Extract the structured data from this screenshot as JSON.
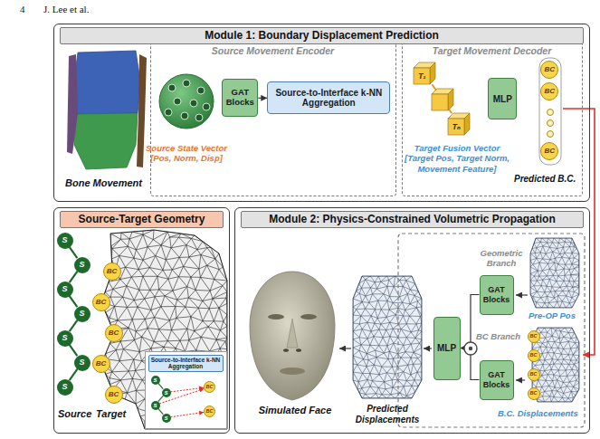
{
  "diagram": {
    "nodes": [
      {
        "text": [
          "Module 1: Boundary Displacement Prediction"
        ]
      },
      {
        "text": [
          "Source Movement Encoder"
        ],
        "in": 0
      },
      {
        "text": [
          "GAT Blocks"
        ],
        "in": 1
      },
      {
        "text": [
          "Source-to-Interface k-NN Aggregation"
        ],
        "in": 1
      },
      {
        "text": [
          "Target Movement Decoder"
        ],
        "in": 0
      },
      {
        "text": [
          "T₁"
        ],
        "in": 4
      },
      {
        "text": [
          "Tₙ"
        ],
        "in": 4
      },
      {
        "text": [
          "MLP"
        ],
        "in": 4
      },
      {
        "text": [
          "BC"
        ],
        "in": 4
      },
      {
        "text": [
          "BC"
        ],
        "in": 4
      },
      {
        "text": [
          "BC"
        ],
        "in": 4
      },
      {
        "text": [
          "Source-Target Geometry"
        ]
      },
      {
        "text": [
          "S"
        ],
        "in": 11
      },
      {
        "text": [
          "S"
        ],
        "in": 11
      },
      {
        "text": [
          "S"
        ],
        "in": 11
      },
      {
        "text": [
          "S"
        ],
        "in": 11
      },
      {
        "text": [
          "S"
        ],
        "in": 11
      },
      {
        "text": [
          "S"
        ],
        "in": 11
      },
      {
        "text": [
          "S"
        ],
        "in": 11
      },
      {
        "text": [
          "BC"
        ],
        "in": 11
      },
      {
        "text": [
          "BC"
        ],
        "in": 11
      },
      {
        "text": [
          "BC"
        ],
        "in": 11
      },
      {
        "text": [
          "BC"
        ],
        "in": 11
      },
      {
        "text": [
          "BC"
        ],
        "in": 11
      },
      {
        "text": [
          "Source-to-Interface k-NN Aggregation"
        ],
        "in": 11
      },
      {
        "text": [
          "S"
        ],
        "in": 24
      },
      {
        "text": [
          "S"
        ],
        "in": 24
      },
      {
        "text": [
          "S"
        ],
        "in": 24
      },
      {
        "text": [
          "S"
        ],
        "in": 24
      },
      {
        "text": [
          "BC"
        ],
        "in": 24
      },
      {
        "text": [
          "BC"
        ],
        "in": 24
      },
      {
        "text": [
          "Module 2: Physics-Constrained Volumetric Propagation"
        ]
      },
      {
        "text": [
          "GAT Blocks"
        ],
        "in": 31
      },
      {
        "text": [
          "GAT Blocks"
        ],
        "in": 31
      },
      {
        "text": [
          "MLP"
        ],
        "in": 31
      },
      {
        "text": [
          "BC"
        ],
        "in": 31
      },
      {
        "text": [
          "BC"
        ],
        "in": 31
      },
      {
        "text": [
          "BC"
        ],
        "in": 31
      },
      {
        "text": [
          "BC"
        ],
        "in": 31
      }
    ],
    "edges": [
      {
        "from": 2,
        "to": 3,
        "arrow": "to"
      },
      {
        "from": 5,
        "to": 6,
        "arrow": "none"
      },
      {
        "from": 12,
        "to": 13,
        "arrow": "none"
      },
      {
        "from": 13,
        "to": 14,
        "arrow": "none"
      },
      {
        "from": 14,
        "to": 15,
        "arrow": "none"
      },
      {
        "from": 15,
        "to": 16,
        "arrow": "none"
      },
      {
        "from": 16,
        "to": 17,
        "arrow": "none"
      },
      {
        "from": 17,
        "to": 18,
        "arrow": "none"
      },
      {
        "from": 25,
        "to": 26,
        "arrow": "none"
      },
      {
        "from": 26,
        "to": 27,
        "arrow": "none"
      },
      {
        "from": 27,
        "to": 28,
        "arrow": "none"
      },
      {
        "from": 26,
        "to": 29,
        "arrow": "to"
      },
      {
        "from": 27,
        "to": 29,
        "arrow": "to"
      },
      {
        "from": 28,
        "to": 30,
        "arrow": "to"
      },
      {
        "from": 32,
        "to": 34,
        "arrow": "to"
      },
      {
        "from": 33,
        "to": 34,
        "arrow": "to"
      }
    ],
    "labels": [
      "4",
      "J. Lee et al.",
      "Bone Movement",
      "Source State Vector [Pos, Norm, Disp]",
      "Target Fusion Vector [Target Pos, Target Norm, Movement Feature]",
      "Predicted B.C.",
      "Source",
      "Target",
      "Geometric Branch",
      "Pre-OP Pos",
      "BC Branch",
      "B.C. Displacements",
      "Predicted Displacements",
      "Simulated Face"
    ]
  }
}
